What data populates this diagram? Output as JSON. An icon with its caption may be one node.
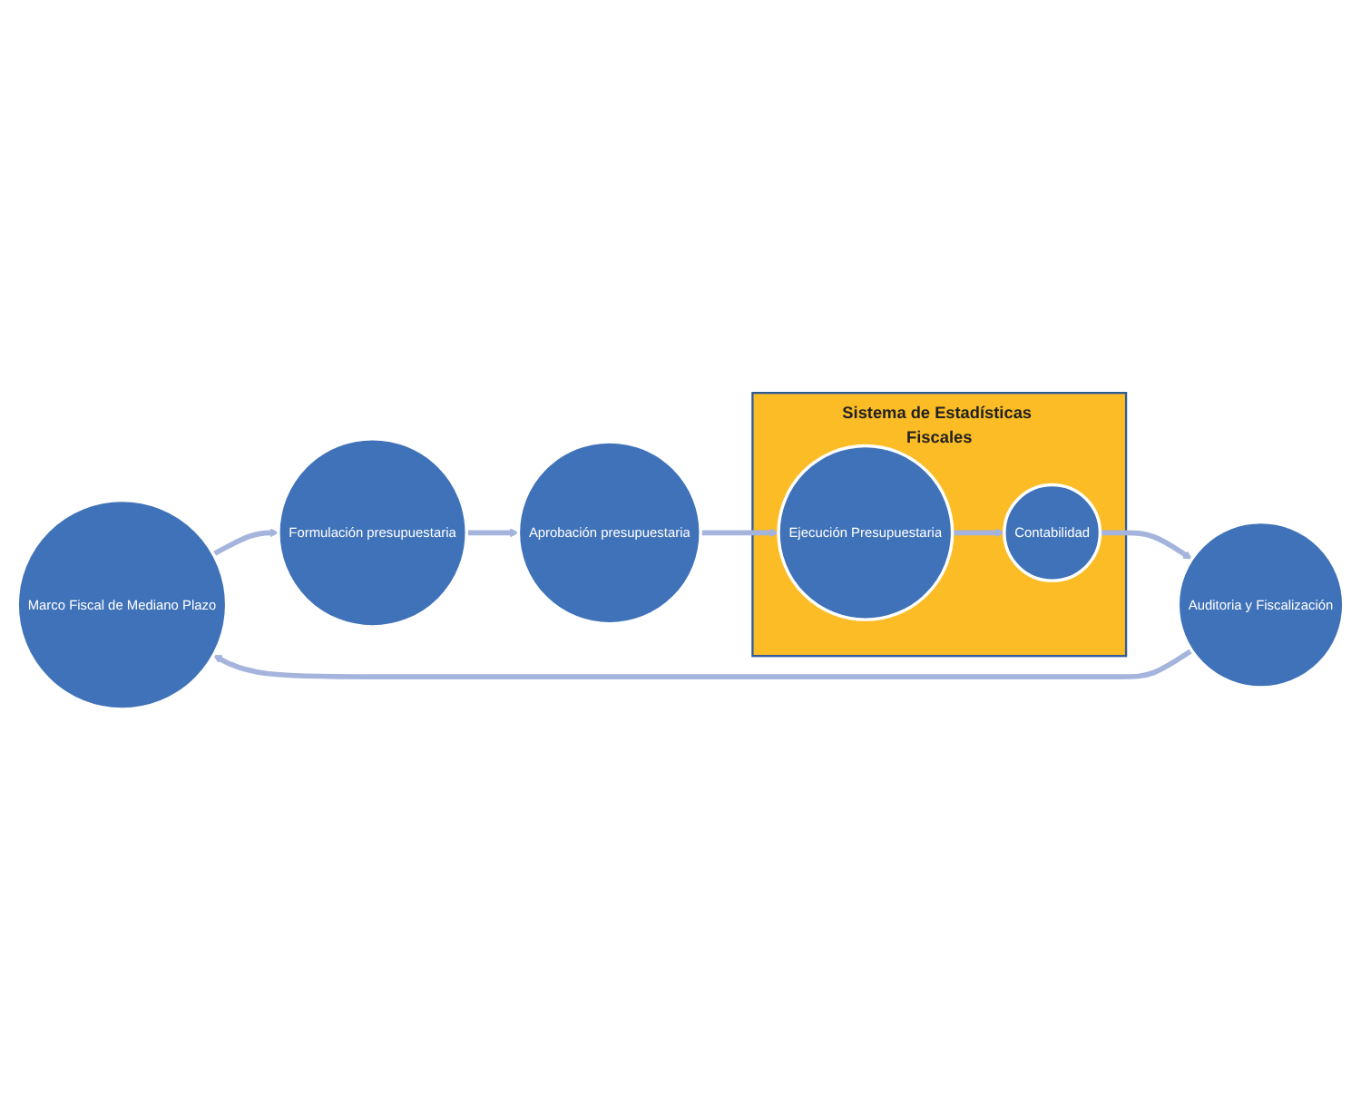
{
  "diagram": {
    "nodes": [
      {
        "text": [
          "Marco Fiscal de Mediano Plazo"
        ]
      },
      {
        "text": [
          "Formulación presupuestaria"
        ]
      },
      {
        "text": [
          "Aprobación presupuestaria"
        ]
      },
      {
        "text": [
          "Sistema de Estadísticas Fiscales"
        ]
      },
      {
        "text": [
          "Ejecución Presupuestaria"
        ],
        "in": 3
      },
      {
        "text": [
          "Contabilidad"
        ],
        "in": 3
      },
      {
        "text": [
          "Auditoria y Fiscalización"
        ]
      }
    ],
    "edges": [
      {
        "from": 0,
        "to": 1,
        "arrow": "to"
      },
      {
        "from": 1,
        "to": 2,
        "arrow": "to"
      },
      {
        "from": 2,
        "to": 4,
        "arrow": "to"
      },
      {
        "from": 4,
        "to": 5,
        "arrow": "to"
      },
      {
        "from": 5,
        "to": 6,
        "arrow": "to"
      },
      {
        "from": 6,
        "to": 0,
        "arrow": "to"
      }
    ]
  }
}
